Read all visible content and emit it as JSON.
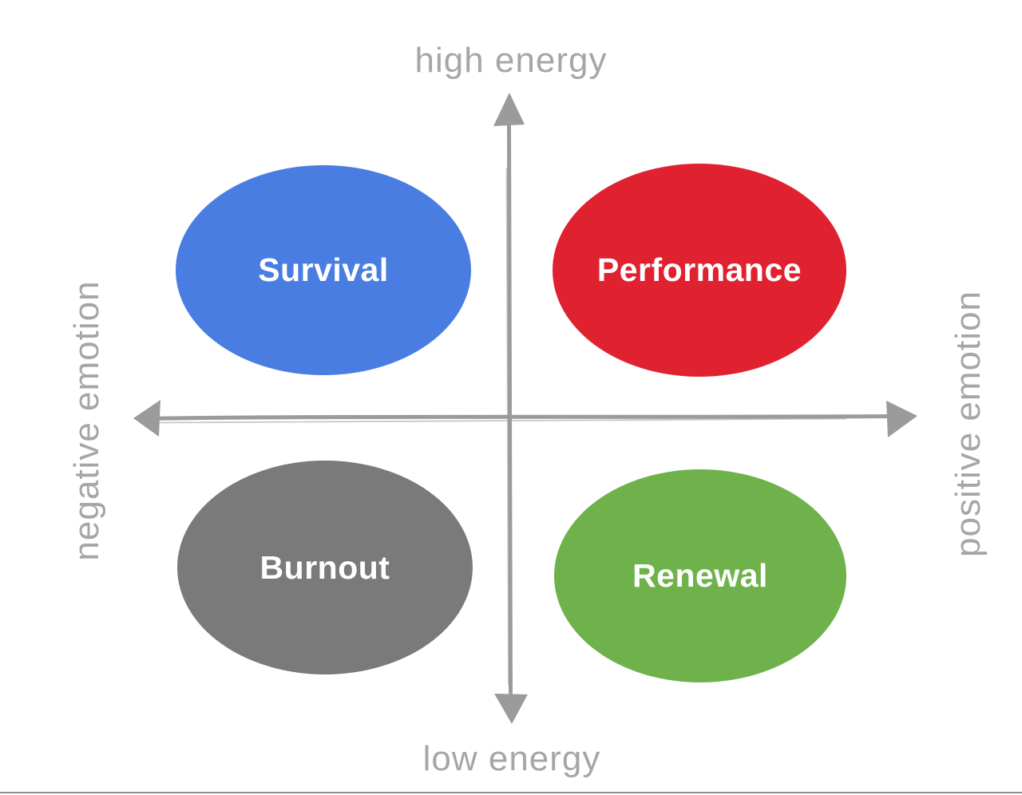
{
  "diagram": {
    "type": "quadrant-diagram",
    "axes": {
      "top_label": "high energy",
      "bottom_label": "low energy",
      "left_label": "negative emotion",
      "right_label": "positive emotion",
      "line_color": "#9b9b9b",
      "label_color": "#a6a6a6",
      "style": "hand-drawn-sketch"
    },
    "quadrants": [
      {
        "id": "survival",
        "label": "Survival",
        "color": "#4a7de2",
        "position": "top-left",
        "energy": "high",
        "emotion": "negative"
      },
      {
        "id": "performance",
        "label": "Performance",
        "color": "#e02230",
        "position": "top-right",
        "energy": "high",
        "emotion": "positive"
      },
      {
        "id": "burnout",
        "label": "Burnout",
        "color": "#7a7a7a",
        "position": "bottom-left",
        "energy": "low",
        "emotion": "negative"
      },
      {
        "id": "renewal",
        "label": "Renewal",
        "color": "#6fb24c",
        "position": "bottom-right",
        "energy": "low",
        "emotion": "positive"
      }
    ],
    "quadrant_text_color": "#ffffff",
    "bottom_rule_color": "#8f8f8f"
  }
}
